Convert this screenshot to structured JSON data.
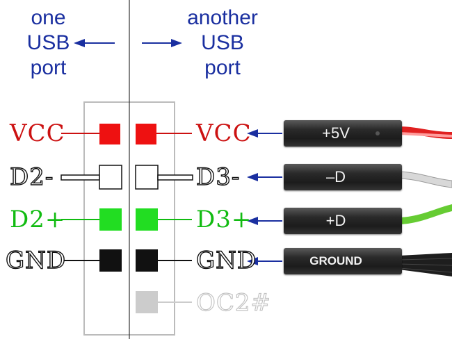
{
  "captions": {
    "left": [
      "one",
      "USB",
      "port"
    ],
    "right": [
      "another",
      "USB",
      "port"
    ]
  },
  "pins": {
    "left": [
      {
        "label": "VCC",
        "color": "#cc1111",
        "fill": "#ee1111"
      },
      {
        "label": "D2-",
        "color": "#111111",
        "fill": "#ffffff"
      },
      {
        "label": "D2+",
        "color": "#11bb11",
        "fill": "#22dd22"
      },
      {
        "label": "GND",
        "color": "#111111",
        "fill": "#111111"
      }
    ],
    "right": [
      {
        "label": "VCC",
        "color": "#cc1111",
        "fill": "#ee1111"
      },
      {
        "label": "D3-",
        "color": "#111111",
        "fill": "#ffffff"
      },
      {
        "label": "D3+",
        "color": "#11bb11",
        "fill": "#22dd22"
      },
      {
        "label": "GND",
        "color": "#111111",
        "fill": "#111111"
      },
      {
        "label": "OC2#",
        "color": "#bbbbbb",
        "fill": "#cccccc"
      }
    ]
  },
  "connectors": [
    {
      "label": "+5V",
      "wire_color": "#e02020"
    },
    {
      "label": "–D",
      "wire_color": "#d8d8d8"
    },
    {
      "label": "+D",
      "wire_color": "#66cc33"
    },
    {
      "label": "GROUND",
      "wire_color": "#222222"
    }
  ],
  "colors": {
    "arrow": "#1a2fa0",
    "divider": "#333333",
    "frame": "#bbbbbb"
  }
}
